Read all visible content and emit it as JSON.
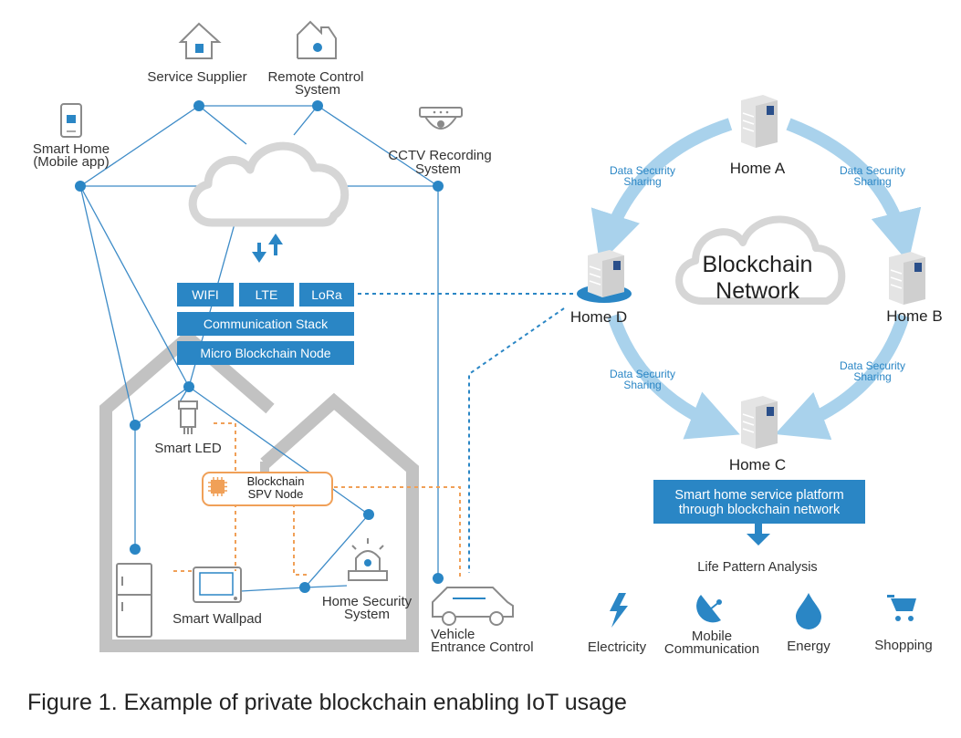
{
  "colors": {
    "accent_blue": "#2a86c5",
    "link_blue": "#3d8bc7",
    "arrow_blue": "#a9d2ec",
    "orange": "#f0a058",
    "house_gray": "#c2c2c2",
    "icon_gray": "#8a8a8a"
  },
  "top_nodes": {
    "service_supplier": "Service Supplier",
    "remote_control": [
      "Remote Control",
      "System"
    ],
    "smart_home": [
      "Smart Home",
      "(Mobile app)"
    ],
    "cctv": [
      "CCTV Recording",
      "System"
    ]
  },
  "stack": {
    "wifi": "WIFI",
    "lte": "LTE",
    "lora": "LoRa",
    "communication_stack": "Communication Stack",
    "micro_node": "Micro Blockchain Node"
  },
  "house": {
    "smart_led": "Smart LED",
    "spv_node": [
      "Blockchain",
      "SPV Node"
    ],
    "smart_wallpad": "Smart Wallpad",
    "home_security": [
      "Home Security",
      "System"
    ],
    "vehicle": [
      "Vehicle",
      "Entrance Control"
    ]
  },
  "network": {
    "center": [
      "Blockchain",
      "Network"
    ],
    "home_a": "Home A",
    "home_b": "Home B",
    "home_c": "Home C",
    "home_d": "Home D",
    "sharing": [
      "Data Security",
      "Sharing"
    ]
  },
  "platform": {
    "box": [
      "Smart home service platform",
      "through blockchain network"
    ],
    "analysis": "Life Pattern Analysis",
    "services": {
      "electricity": "Electricity",
      "mobile": [
        "Mobile",
        "Communication"
      ],
      "energy": "Energy",
      "shopping": "Shopping"
    }
  },
  "caption": "Figure 1. Example of private blockchain enabling IoT usage"
}
